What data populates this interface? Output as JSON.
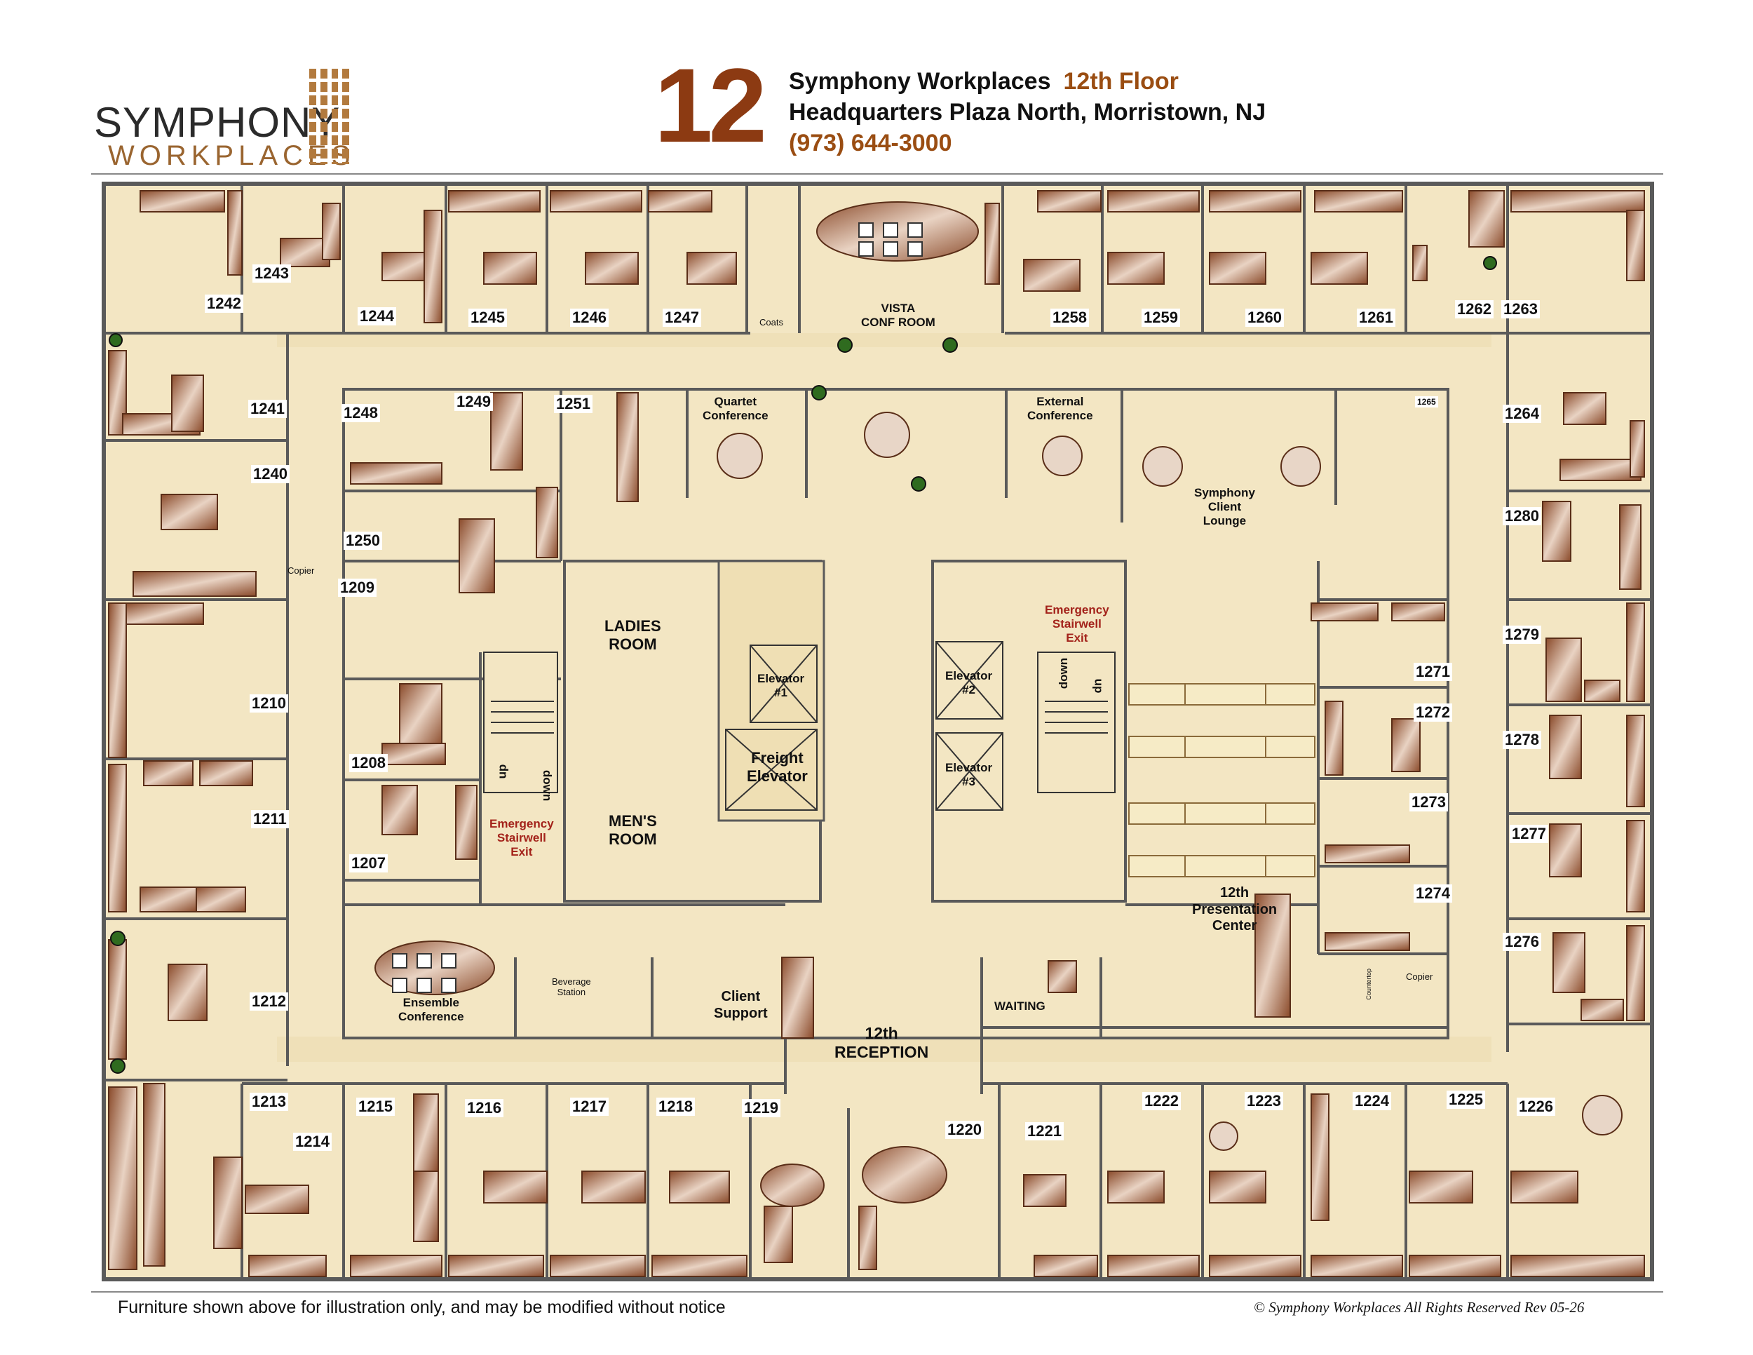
{
  "header": {
    "logo_word": "SYMPHONY",
    "logo_sub": "WORKPLACES",
    "floor_number": "12",
    "company": "Symphony Workplaces",
    "floor_label": "12th Floor",
    "address": "Headquarters Plaza North, Morristown, NJ",
    "phone": "(973) 644-3000"
  },
  "rooms": {
    "r1242": "1242",
    "r1243": "1243",
    "r1244": "1244",
    "r1245": "1245",
    "r1246": "1246",
    "r1247": "1247",
    "r1258": "1258",
    "r1259": "1259",
    "r1260": "1260",
    "r1261": "1261",
    "r1262": "1262",
    "r1263": "1263",
    "r1241": "1241",
    "r1240": "1240",
    "r1210": "1210",
    "r1211": "1211",
    "r1212": "1212",
    "r1213": "1213",
    "r1214": "1214",
    "r1248": "1248",
    "r1249": "1249",
    "r1251": "1251",
    "r1250": "1250",
    "r1209": "1209",
    "r1208": "1208",
    "r1207": "1207",
    "r1264": "1264",
    "r1280": "1280",
    "r1279": "1279",
    "r1278": "1278",
    "r1277": "1277",
    "r1276": "1276",
    "r1271": "1271",
    "r1272": "1272",
    "r1273": "1273",
    "r1274": "1274",
    "r1265": "1265",
    "r1215": "1215",
    "r1216": "1216",
    "r1217": "1217",
    "r1218": "1218",
    "r1219": "1219",
    "r1220": "1220",
    "r1221": "1221",
    "r1222": "1222",
    "r1223": "1223",
    "r1224": "1224",
    "r1225": "1225",
    "r1226": "1226"
  },
  "labels": {
    "vista_1": "VISTA",
    "vista_2": "CONF ROOM",
    "coats": "Coats",
    "quartet_1": "Quartet",
    "quartet_2": "Conference",
    "external_1": "External",
    "external_2": "Conference",
    "lounge_1": "Symphony",
    "lounge_2": "Client",
    "lounge_3": "Lounge",
    "ladies_1": "LADIES",
    "ladies_2": "ROOM",
    "mens_1": "MEN'S",
    "mens_2": "ROOM",
    "elev1_1": "Elevator",
    "elev1_2": "#1",
    "elev2_1": "Elevator",
    "elev2_2": "#2",
    "elev3_1": "Elevator",
    "elev3_2": "#3",
    "freight_1": "Freight",
    "freight_2": "Elevator",
    "exit_1": "Emergency",
    "exit_2": "Stairwell",
    "exit_3": "Exit",
    "up": "up",
    "down": "down",
    "pres_1": "12th",
    "pres_2": "Presentation",
    "pres_3": "Center",
    "copier": "Copier",
    "countertop": "Countertop",
    "beverage_1": "Beverage",
    "beverage_2": "Station",
    "client_support_1": "Client",
    "client_support_2": "Support",
    "ensemble_1": "Ensemble",
    "ensemble_2": "Conference",
    "waiting": "WAITING",
    "reception_1": "12th",
    "reception_2": "RECEPTION"
  },
  "footer": {
    "disclaimer": "Furniture shown above for illustration only, and may be modified without notice",
    "copyright": "© Symphony Workplaces All Rights Reserved Rev 05-26"
  },
  "colors": {
    "floor": "#f3e6c3",
    "wall": "#5a5a5a",
    "furniture": "#a2603a",
    "accent": "#8c3a12"
  }
}
